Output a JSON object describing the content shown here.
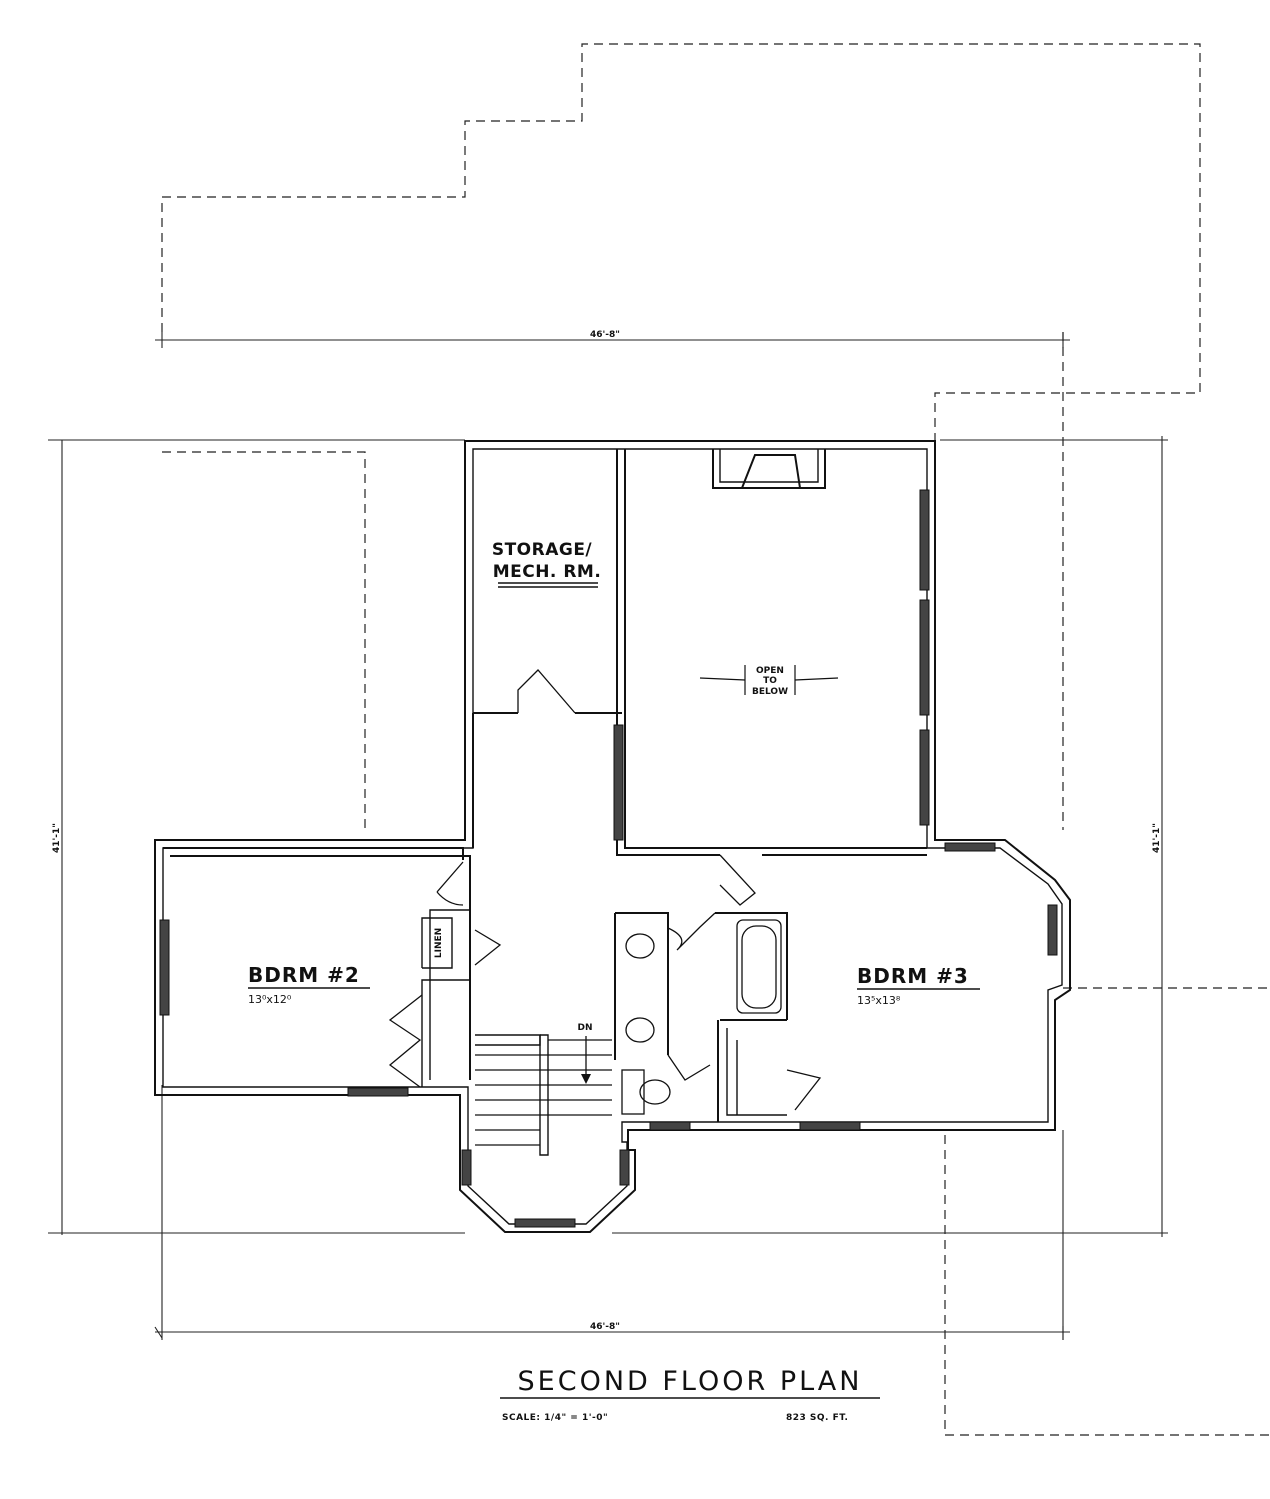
{
  "plan": {
    "title": "SECOND FLOOR PLAN",
    "scale": "SCALE: 1/4\" = 1'-0\"",
    "area": "823 SQ. FT."
  },
  "dimensions": {
    "top_width": "46'-8\"",
    "bottom_width": "46'-8\"",
    "left_depth": "41'-1\"",
    "right_depth": "41'-1\""
  },
  "rooms": {
    "storage_line1": "STORAGE/",
    "storage_line2": "MECH. RM.",
    "open_line1": "OPEN",
    "open_line2": "TO",
    "open_line3": "BELOW",
    "bdrm2_name": "BDRM #2",
    "bdrm2_size": "13⁰x12⁰",
    "bdrm3_name": "BDRM #3",
    "bdrm3_size": "13⁵x13⁸",
    "linen": "LINEN",
    "stair": "DN"
  }
}
